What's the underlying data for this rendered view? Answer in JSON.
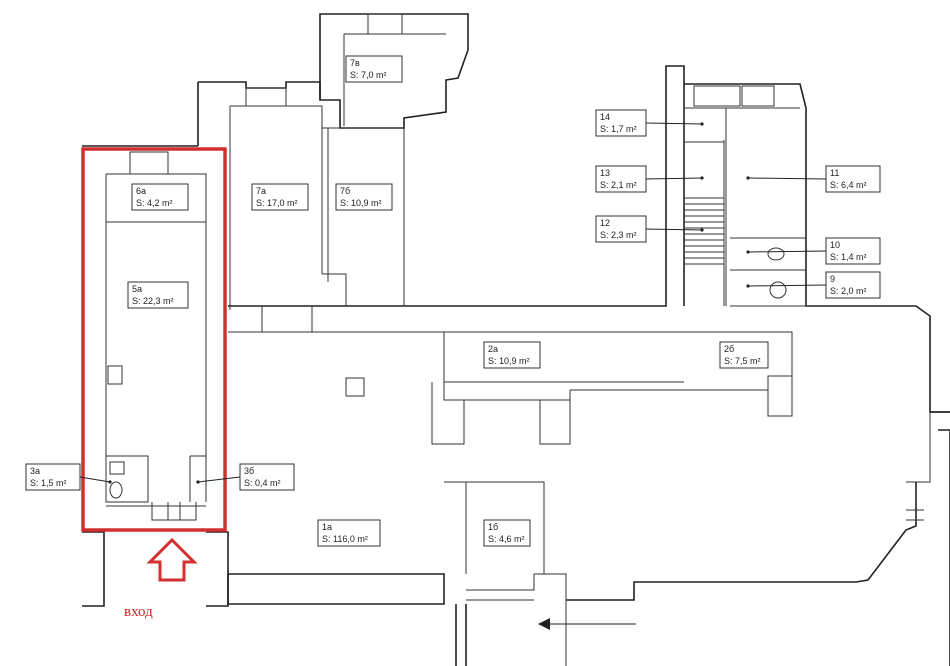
{
  "plan": {
    "entrance_label": "вход",
    "colors": {
      "walls": "#222222",
      "highlight": "#d32f2f",
      "arrow": "#d32f2f"
    },
    "rooms": [
      {
        "id": "7v",
        "name": "7в",
        "area": "S: 7,0 m²"
      },
      {
        "id": "6a",
        "name": "6а",
        "area": "S: 4,2 m²"
      },
      {
        "id": "7a",
        "name": "7а",
        "area": "S: 17,0 m²"
      },
      {
        "id": "7b",
        "name": "7б",
        "area": "S: 10,9 m²"
      },
      {
        "id": "5a",
        "name": "5а",
        "area": "S: 22,3 m²"
      },
      {
        "id": "14",
        "name": "14",
        "area": "S: 1,7 m²"
      },
      {
        "id": "13",
        "name": "13",
        "area": "S: 2,1 m²"
      },
      {
        "id": "12",
        "name": "12",
        "area": "S: 2,3 m²"
      },
      {
        "id": "11",
        "name": "11",
        "area": "S: 6,4 m²"
      },
      {
        "id": "10",
        "name": "10",
        "area": "S: 1,4 m²"
      },
      {
        "id": "9",
        "name": "9",
        "area": "S: 2,0 m²"
      },
      {
        "id": "2a",
        "name": "2а",
        "area": "S: 10,9 m²"
      },
      {
        "id": "2b",
        "name": "2б",
        "area": "S: 7,5 m²"
      },
      {
        "id": "3a",
        "name": "3а",
        "area": "S: 1,5 m²"
      },
      {
        "id": "3b",
        "name": "3б",
        "area": "S: 0,4 m²"
      },
      {
        "id": "1a",
        "name": "1а",
        "area": "S: 116,0 m²"
      },
      {
        "id": "1b",
        "name": "1б",
        "area": "S: 4,6 m²"
      }
    ]
  }
}
